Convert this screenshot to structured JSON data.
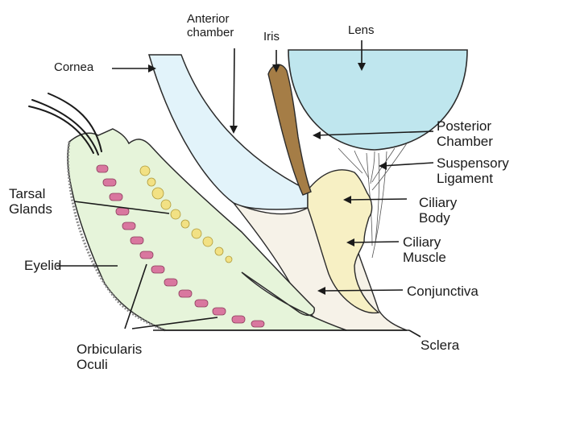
{
  "labels": {
    "anterior_chamber": [
      "Anterior",
      "chamber"
    ],
    "iris": "Iris",
    "lens": "Lens",
    "cornea": "Cornea",
    "posterior_chamber": [
      "Posterior",
      "Chamber"
    ],
    "suspensory_ligament": [
      "Suspensory",
      "Ligament"
    ],
    "ciliary_body": [
      "Ciliary",
      "Body"
    ],
    "ciliary_muscle": [
      "Ciliary",
      "Muscle"
    ],
    "tarsal_glands": [
      "Tarsal",
      "Glands"
    ],
    "eyelid": "Eyelid",
    "conjunctiva": "Conjunctiva",
    "orbicularis_oculi": [
      "Orbicularis",
      "Oculi"
    ],
    "sclera": "Sclera"
  },
  "colors": {
    "lens": "#bfe6ee",
    "cornea": "#e2f3fa",
    "iris": "#a57d46",
    "ciliary": "#f7f0c4",
    "eyelid": "#e6f4da",
    "muscle": "#d9779f",
    "gland": "#f2e184",
    "outline": "#2b2b2b"
  }
}
